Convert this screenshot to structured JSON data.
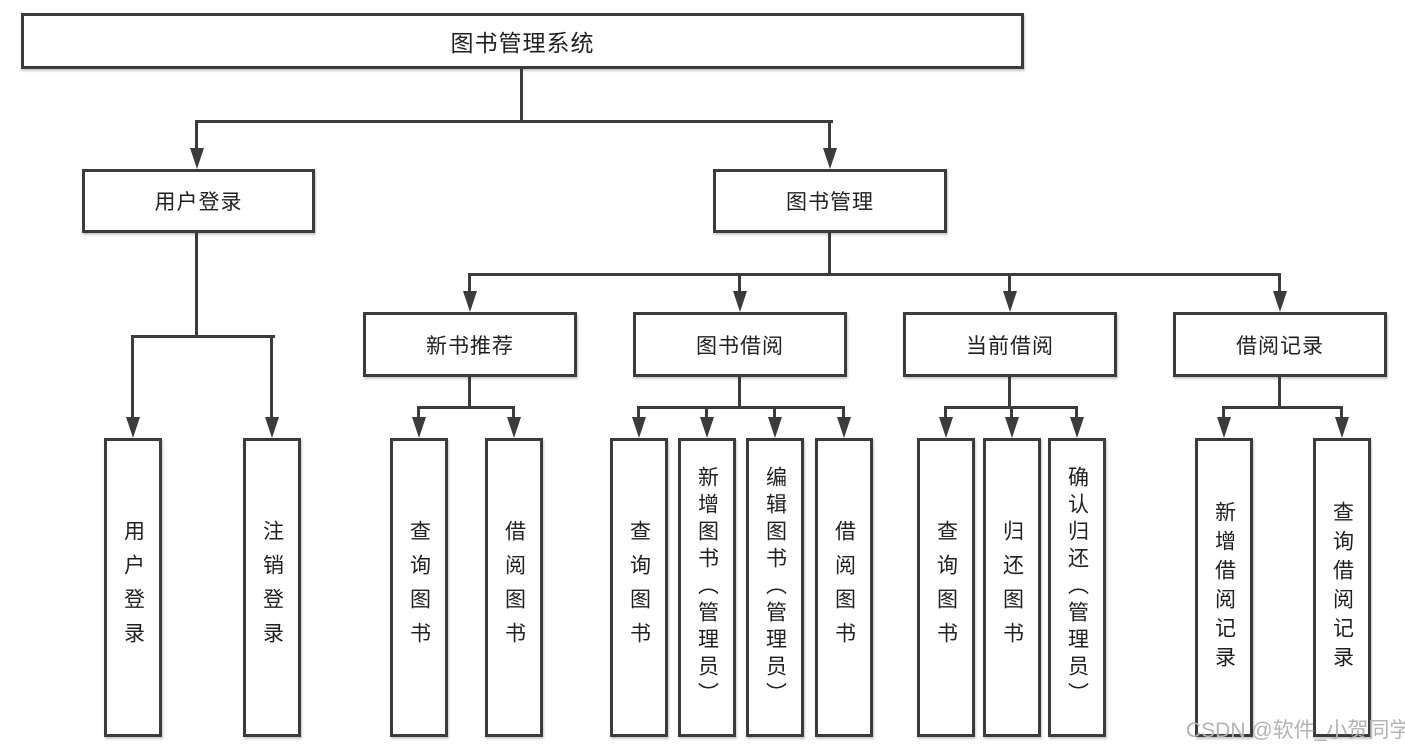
{
  "tree": {
    "root": "图书管理系统",
    "branches": [
      {
        "label": "用户登录",
        "leaves": [
          "用户登录",
          "注销登录"
        ]
      },
      {
        "label": "图书管理",
        "groups": [
          {
            "label": "新书推荐",
            "leaves": [
              "查询图书",
              "借阅图书"
            ]
          },
          {
            "label": "图书借阅",
            "leaves": [
              "查询图书",
              "新增图书（管理员）",
              "编辑图书（管理员）",
              "借阅图书"
            ]
          },
          {
            "label": "当前借阅",
            "leaves": [
              "查询图书",
              "归还图书",
              "确认归还（管理员）"
            ]
          },
          {
            "label": "借阅记录",
            "leaves": [
              "新增借阅记录",
              "查询借阅记录"
            ]
          }
        ]
      }
    ]
  },
  "watermark": "CSDN @软件_小贺同学",
  "colors": {
    "line": "#3b3b3b",
    "text": "#1f1f1f",
    "box_bg": "#ffffff",
    "watermark": "#b3b3b3",
    "background": "#ffffff"
  }
}
